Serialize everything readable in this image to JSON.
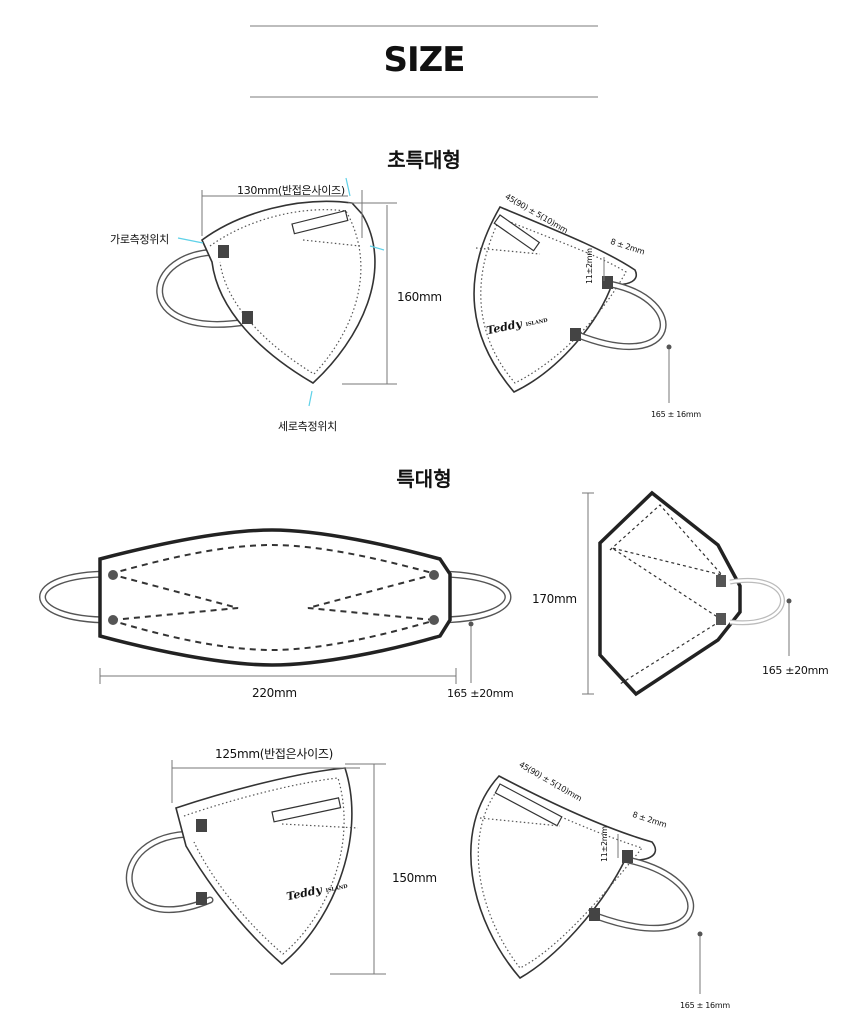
{
  "page_title": "SIZE",
  "sections": {
    "extra_large": {
      "title": "초특대형"
    },
    "large": {
      "title": "특대형"
    }
  },
  "labels": {
    "width_130": "130mm(반접은사이즈)",
    "horizontal_point": "가로측정위치",
    "vertical_point": "세로측정위치",
    "height_160": "160mm",
    "fold_45_a": "45(90) ± 5(10)mm",
    "ear_8_a": "8 ± 2mm",
    "ear_11_a": "11±2mm",
    "loop_165_16_a": "165 ± 16mm",
    "brand": "Teddy",
    "brand_sub": "ISLAND",
    "width_220": "220mm",
    "loop_165_20_a": "165 ±20mm",
    "height_170": "170mm",
    "loop_165_20_b": "165 ±20mm",
    "width_125": "125mm(반접은사이즈)",
    "height_150": "150mm",
    "fold_45_b": "45(90) ± 5(10)mm",
    "ear_8_b": "8 ± 2mm",
    "ear_11_b": "11±2mm",
    "loop_165_16_b": "165 ± 16mm"
  },
  "colors": {
    "accent": "#5ed1e8",
    "outline": "#333333",
    "rule": "#bdbdbd"
  }
}
